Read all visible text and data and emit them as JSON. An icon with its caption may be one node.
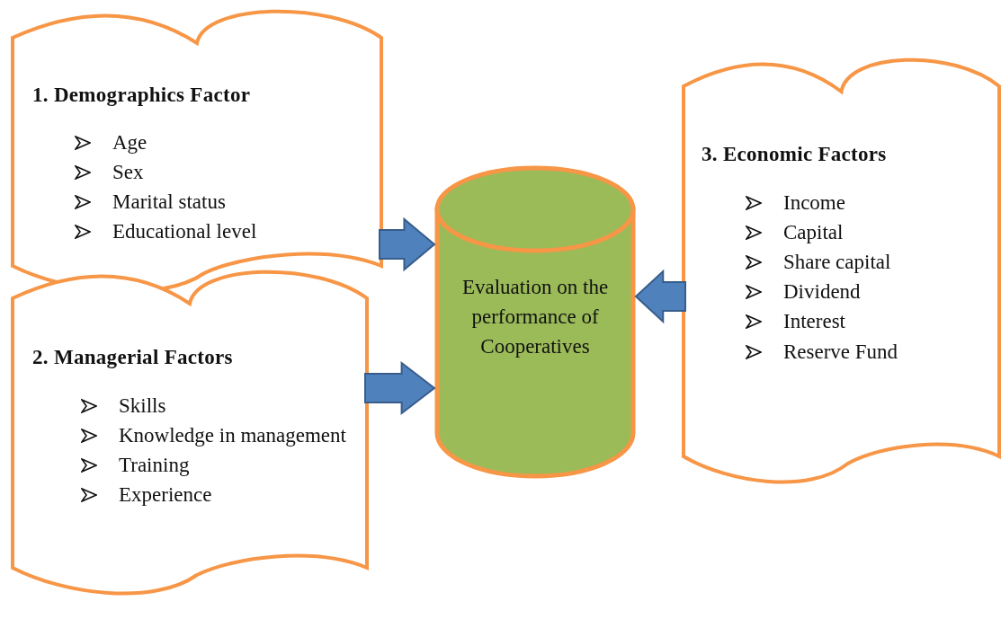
{
  "diagram": {
    "nodes": [
      {
        "text": [
          "1. Demographics Factor",
          "Age",
          "Sex",
          "Marital status",
          "Educational level"
        ]
      },
      {
        "text": [
          "2. Managerial Factors",
          "Skills",
          "Knowledge in management",
          "Training",
          "Experience"
        ]
      },
      {
        "text": [
          "3. Economic Factors",
          "Income",
          "Capital",
          "Share capital",
          "Dividend",
          "Interest",
          "Reserve Fund"
        ]
      },
      {
        "text": [
          "Evaluation on the performance of Cooperatives"
        ]
      }
    ],
    "edges": [
      {
        "from": 0,
        "to": 3,
        "arrow": "to",
        "style": "thick"
      },
      {
        "from": 1,
        "to": 3,
        "arrow": "to",
        "style": "thick"
      },
      {
        "from": 2,
        "to": 3,
        "arrow": "to",
        "style": "thick"
      }
    ]
  }
}
